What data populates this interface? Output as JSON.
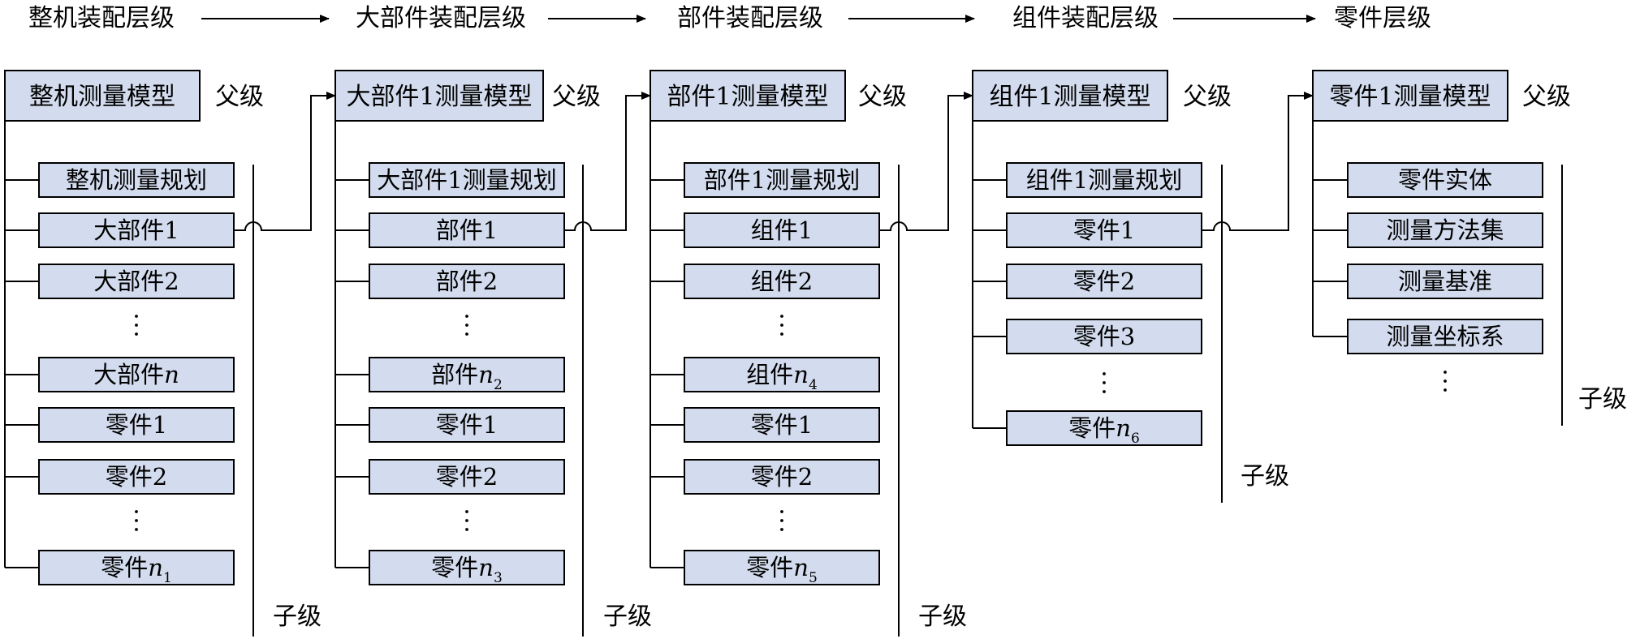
{
  "levels": [
    "整机装配层级",
    "大部件装配层级",
    "部件装配层级",
    "组件装配层级",
    "零件层级"
  ],
  "parent_label": "父级",
  "child_label": "子级",
  "colors": {
    "box_fill": "#d3dcee",
    "line": "#000000"
  },
  "columns": [
    {
      "model": "整机测量模型",
      "children": [
        {
          "text": "整机测量规划"
        },
        {
          "text": "大部件1",
          "linked": true
        },
        {
          "text": "大部件2"
        },
        {
          "ellipsis": true
        },
        {
          "text": "大部件",
          "italic": "n"
        },
        {
          "text": "零件1"
        },
        {
          "text": "零件2"
        },
        {
          "ellipsis": true
        },
        {
          "text": "零件",
          "italic": "n",
          "sub": "1"
        }
      ]
    },
    {
      "model": "大部件1测量模型",
      "children": [
        {
          "text": "大部件1测量规划"
        },
        {
          "text": "部件1",
          "linked": true
        },
        {
          "text": "部件2"
        },
        {
          "ellipsis": true
        },
        {
          "text": "部件",
          "italic": "n",
          "sub": "2"
        },
        {
          "text": "零件1"
        },
        {
          "text": "零件2"
        },
        {
          "ellipsis": true
        },
        {
          "text": "零件",
          "italic": "n",
          "sub": "3"
        }
      ]
    },
    {
      "model": "部件1测量模型",
      "children": [
        {
          "text": "部件1测量规划"
        },
        {
          "text": "组件1",
          "linked": true
        },
        {
          "text": "组件2"
        },
        {
          "ellipsis": true
        },
        {
          "text": "组件",
          "italic": "n",
          "sub": "4"
        },
        {
          "text": "零件1"
        },
        {
          "text": "零件2"
        },
        {
          "ellipsis": true
        },
        {
          "text": "零件",
          "italic": "n",
          "sub": "5"
        }
      ]
    },
    {
      "model": "组件1测量模型",
      "children": [
        {
          "text": "组件1测量规划"
        },
        {
          "text": "零件1",
          "linked": true
        },
        {
          "text": "零件2"
        },
        {
          "text": "零件3"
        },
        {
          "ellipsis": true
        },
        {
          "text": "零件",
          "italic": "n",
          "sub": "6"
        }
      ]
    },
    {
      "model": "零件1测量模型",
      "children": [
        {
          "text": "零件实体"
        },
        {
          "text": "测量方法集"
        },
        {
          "text": "测量基准"
        },
        {
          "text": "测量坐标系"
        },
        {
          "ellipsis": true
        }
      ]
    }
  ]
}
